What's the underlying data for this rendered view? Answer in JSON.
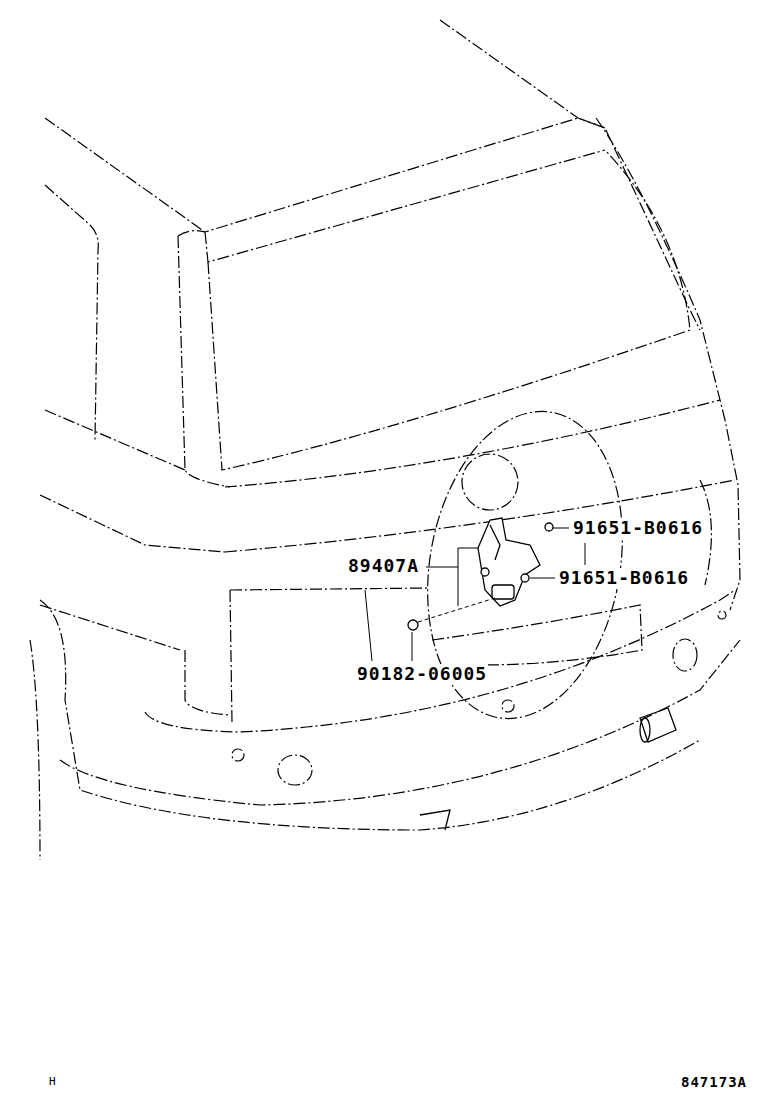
{
  "diagram": {
    "labels": [
      "91651-B0616",
      "89407A",
      "91651-B0616",
      "90182-06005",
      "H",
      "847173A"
    ]
  }
}
